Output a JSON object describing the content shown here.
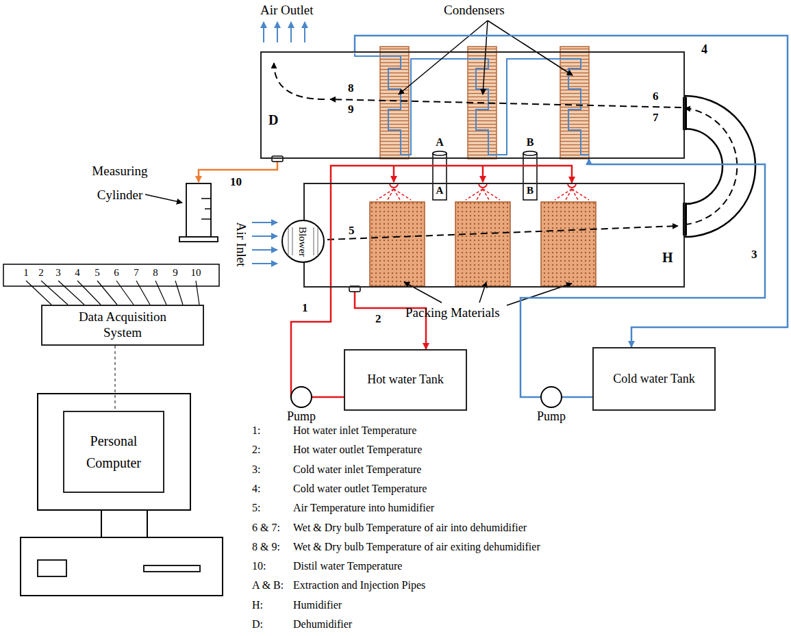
{
  "diagram": {
    "nodes": [
      {
        "text": [
          "D"
        ]
      },
      {
        "text": [
          "H"
        ]
      },
      {
        "text": [
          "Blower"
        ],
        "in": 1
      },
      {
        "text": [
          "Data Acquisition System"
        ]
      },
      {
        "text": [
          "Hot water Tank"
        ]
      },
      {
        "text": [
          "Cold water Tank"
        ]
      },
      {
        "text": [
          "Personal Computer"
        ]
      }
    ],
    "edges": [
      {
        "from": 1,
        "to": 0,
        "arrow": "to"
      },
      {
        "from": 1,
        "to": 4,
        "arrow": "to"
      },
      {
        "from": 4,
        "to": 1,
        "arrow": "to"
      },
      {
        "from": 5,
        "to": 0,
        "arrow": "to"
      },
      {
        "from": 0,
        "to": 5,
        "arrow": "to"
      },
      {
        "from": 3,
        "to": 6,
        "arrow": "none"
      }
    ],
    "labels": [
      "Air Outlet",
      "Condensers",
      "4",
      "8",
      "9",
      "6",
      "7",
      "A",
      "B",
      "A",
      "B",
      "Measuring Cylinder",
      "10",
      "Air Inlet",
      "5",
      "1",
      "2",
      "3",
      "Packing Materials",
      "1",
      "2",
      "3",
      "4",
      "5",
      "6",
      "7",
      "8",
      "9",
      "10",
      "Pump",
      "Pump",
      "1:",
      "Hot water inlet Temperature",
      "2:",
      "Hot water outlet Temperature",
      "3:",
      "Cold water inlet Temperature",
      "4:",
      "Cold water outlet Temperature",
      "5:",
      "Air Temperature into humidifier",
      "6 & 7:",
      "Wet & Dry bulb Temperature of air into dehumidifier",
      "8 & 9:",
      "Wet & Dry bulb Temperature of air exiting dehumidifier",
      "10:",
      "Distil water Temperature",
      "A & B:",
      "Extraction and Injection Pipes",
      "H:",
      "Humidifier",
      "D:",
      "Dehumidifier"
    ]
  }
}
